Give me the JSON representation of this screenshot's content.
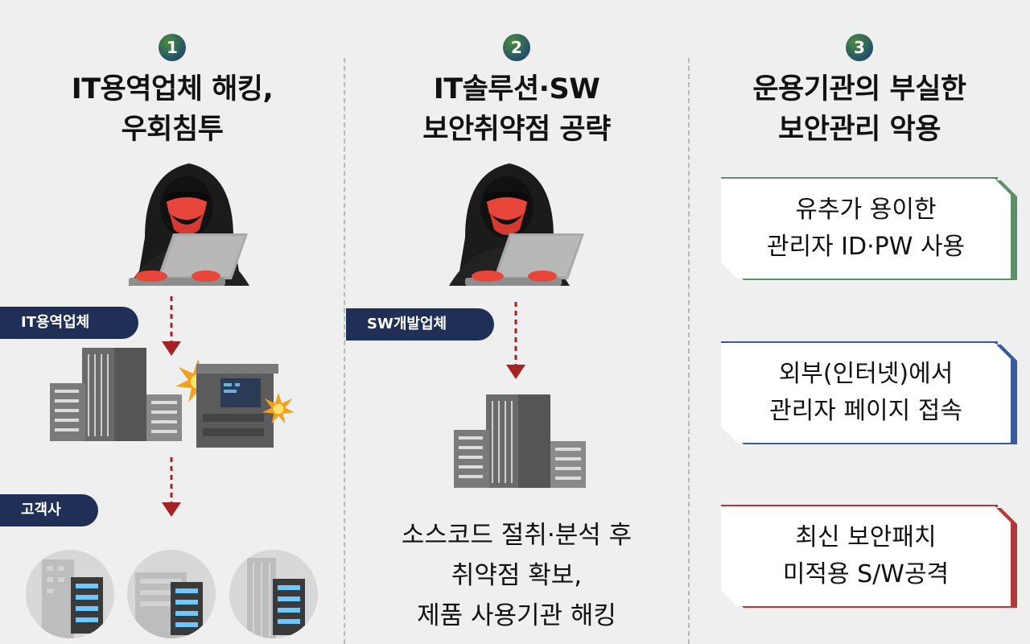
{
  "columns": [
    {
      "number": "1",
      "title_lines": [
        "IT용역업체 해킹,",
        "우회침투"
      ],
      "labels": [
        "IT용역업체",
        "고객사"
      ]
    },
    {
      "number": "2",
      "title_lines": [
        "IT솔루션·SW",
        "보안취약점 공략"
      ],
      "labels": [
        "SW개발업체"
      ],
      "desc_lines": [
        "소스코드 절취·분석 후",
        "취약점 확보,",
        "제품 사용기관 해킹"
      ]
    },
    {
      "number": "3",
      "title_lines": [
        "운용기관의 부실한",
        "보안관리 악용"
      ],
      "cards": [
        {
          "lines": [
            "유추가 용이한",
            "관리자 ID·PW 사용"
          ],
          "color": "#5f8f6a"
        },
        {
          "lines": [
            "외부(인터넷)에서",
            "관리자 페이지 접속"
          ],
          "color": "#3a5aa0"
        },
        {
          "lines": [
            "최신 보안패치",
            "미적용 S/W공격"
          ],
          "color": "#b03a3a"
        }
      ]
    }
  ],
  "colors": {
    "background": "#efefef",
    "pill": "#1f2f55",
    "arrow": "#a52222",
    "hacker_face": "#e8463a"
  },
  "icons": [
    "hacker-icon",
    "laptop-icon",
    "building-icon",
    "server-icon",
    "explosion-icon"
  ]
}
